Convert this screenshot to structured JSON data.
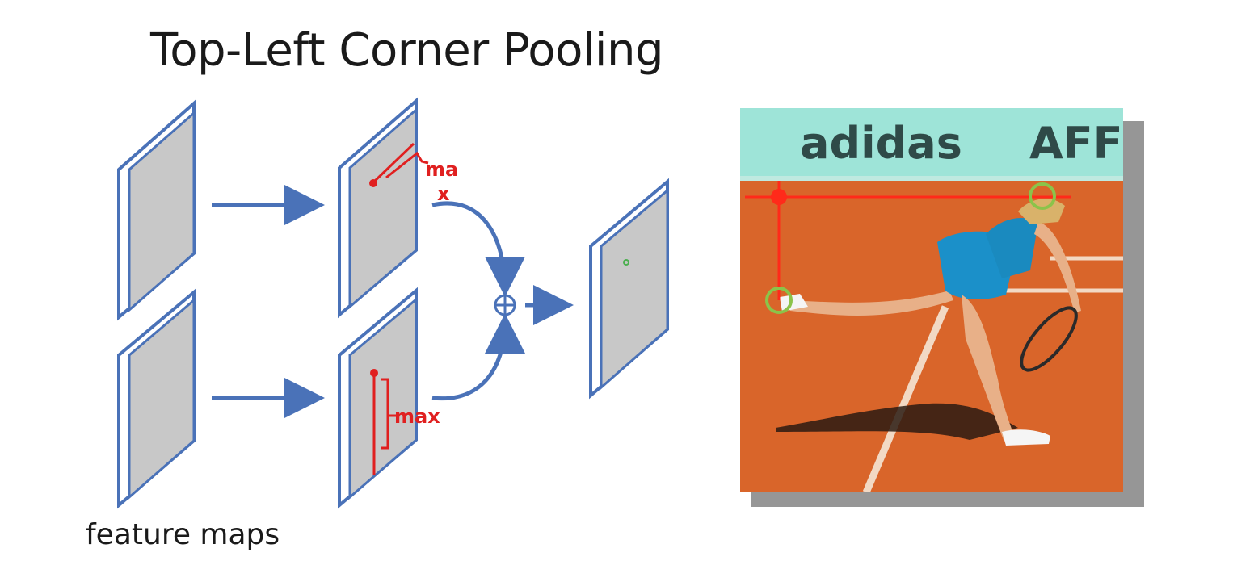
{
  "title": "Top-Left Corner Pooling",
  "caption": "feature maps",
  "pool_labels": {
    "top": "ma\nx",
    "bottom": "max"
  },
  "photo_text": {
    "sponsor": "adidas",
    "sponsor_partial": "AFF"
  },
  "colors": {
    "map_fill": "#c8c8c8",
    "map_edge": "#4a72b8",
    "arrow": "#4a72b8",
    "pool_mark": "#e02020",
    "corner_marker": "#8bc34a",
    "court": "#d9652a",
    "wall": "#9ee4d8"
  }
}
